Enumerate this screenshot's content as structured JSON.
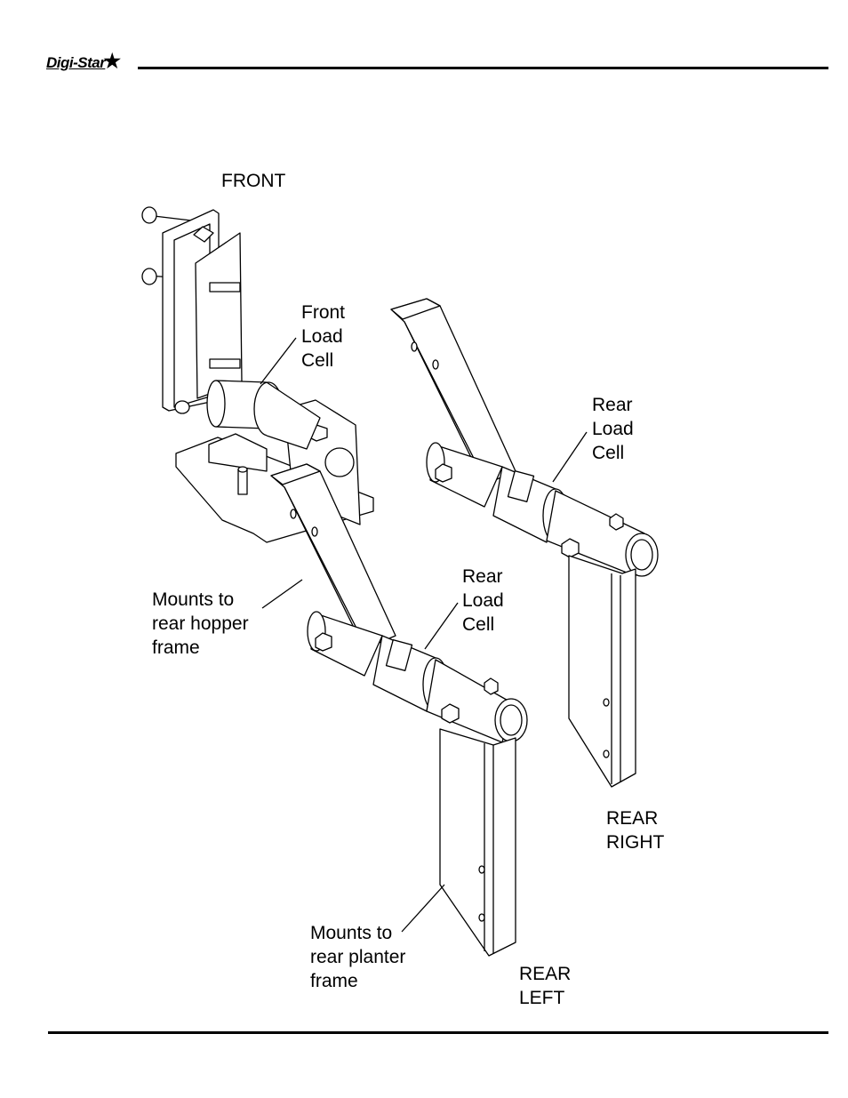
{
  "header": {
    "logo_text": "Digi-Star",
    "logo_icon": "star-icon"
  },
  "labels": {
    "front": "FRONT",
    "front_load_cell": "Front\nLoad\nCell",
    "rear_load_cell_right": "Rear\nLoad\nCell",
    "rear_load_cell_left": "Rear\nLoad\nCell",
    "mounts_hopper": "Mounts to\nrear hopper\nframe",
    "rear_right": "REAR\nRIGHT",
    "mounts_planter": "Mounts to\nrear planter\nframe",
    "rear_left": "REAR\nLEFT"
  }
}
